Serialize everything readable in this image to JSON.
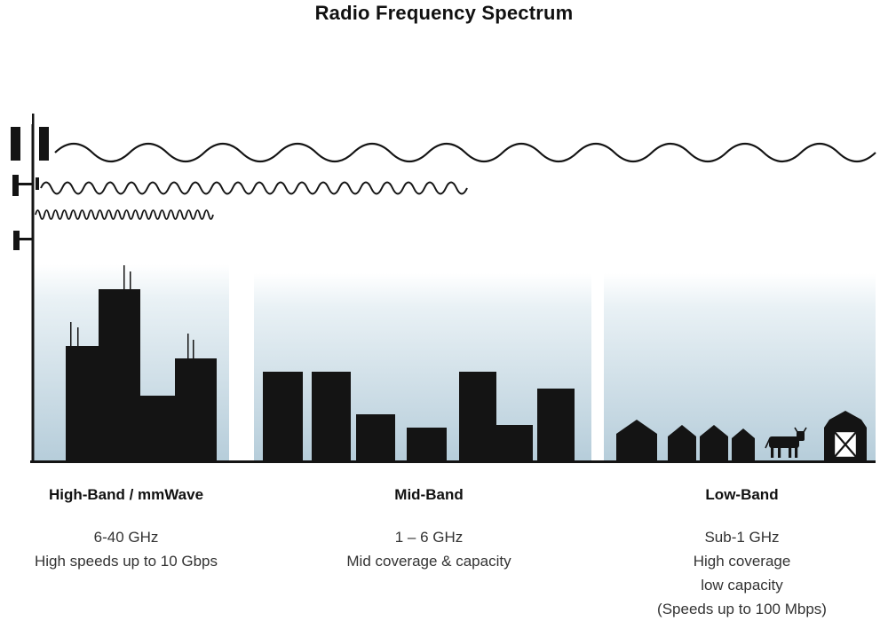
{
  "title": "Radio Frequency Spectrum",
  "colors": {
    "silhouette": "#141414",
    "gradient_top": "#ffffff",
    "gradient_bottom": "#b6cdda",
    "text": "#333333"
  },
  "icons": {
    "cell_tower": "cell-tower-icon",
    "low_band_wave": "long-wavelength-wave",
    "mid_band_wave": "medium-wavelength-wave",
    "high_band_wave": "short-wavelength-wave",
    "high_band_scene": "city-skyscrapers",
    "mid_band_scene": "mid-rise-buildings",
    "low_band_scene": "houses-cow-barn"
  },
  "bands": [
    {
      "id": "high-band",
      "label": "High-Band / mmWave",
      "frequency": "6-40 GHz",
      "description_lines": [
        "High speeds up to 10 Gbps"
      ]
    },
    {
      "id": "mid-band",
      "label": "Mid-Band",
      "frequency": "1 – 6 GHz",
      "description_lines": [
        "Mid coverage & capacity"
      ]
    },
    {
      "id": "low-band",
      "label": "Low-Band",
      "frequency": "Sub-1 GHz",
      "description_lines": [
        "High coverage",
        "low capacity",
        "(Speeds up to 100 Mbps)"
      ]
    }
  ]
}
